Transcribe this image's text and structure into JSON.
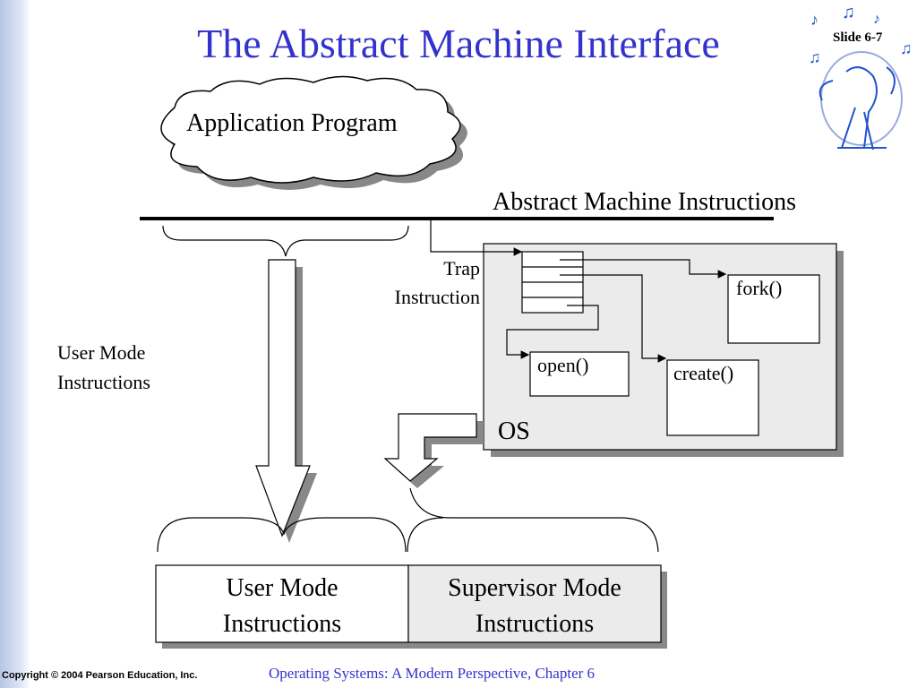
{
  "slide": {
    "title": "The Abstract Machine Interface",
    "number": "Slide 6-7"
  },
  "diagram": {
    "application_program": "Application Program",
    "abstract_machine_instructions": "Abstract Machine Instructions",
    "trap_instruction": [
      "Trap",
      "Instruction"
    ],
    "user_mode_side_label": [
      "User Mode",
      "Instructions"
    ],
    "os_label": "OS",
    "syscalls": [
      "fork()",
      "open()",
      "create()"
    ],
    "user_mode_box": [
      "User Mode",
      "Instructions"
    ],
    "supervisor_mode_box": [
      "Supervisor Mode",
      "Instructions"
    ]
  },
  "footer": {
    "copyright": "Copyright © 2004 Pearson Education, Inc.",
    "book": "Operating Systems: A Modern Perspective, Chapter 6"
  }
}
